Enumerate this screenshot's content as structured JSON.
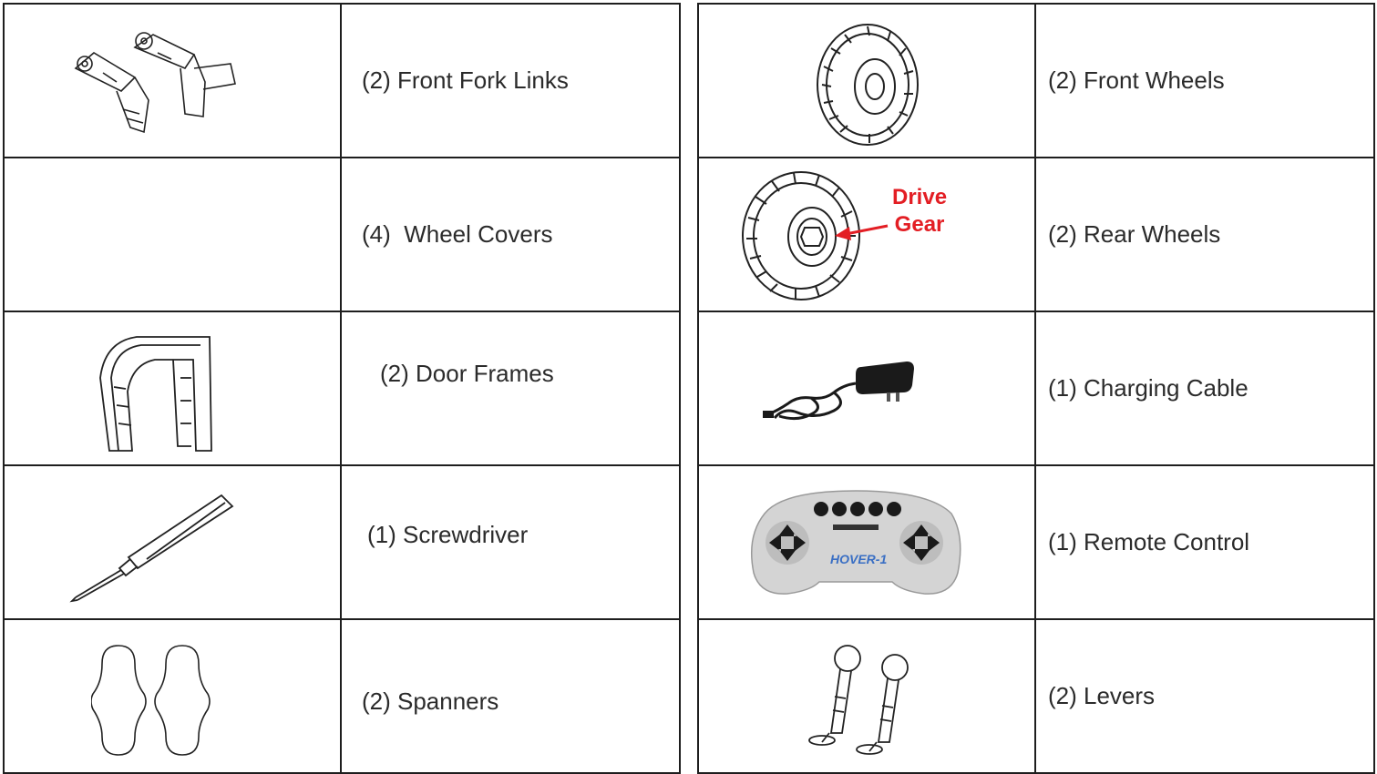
{
  "left_table": {
    "rows": [
      {
        "label": "(2) Front Fork Links",
        "icon": "front-fork-links"
      },
      {
        "label": "(4)  Wheel Covers",
        "icon": "none"
      },
      {
        "label": "(2) Door Frames",
        "icon": "door-frames"
      },
      {
        "label": "(1) Screwdriver",
        "icon": "screwdriver"
      },
      {
        "label": "(2) Spanners",
        "icon": "spanners"
      }
    ]
  },
  "right_table": {
    "rows": [
      {
        "label": "(2) Front Wheels",
        "icon": "front-wheel"
      },
      {
        "label": "(2) Rear Wheels",
        "icon": "rear-wheel"
      },
      {
        "label": "(1) Charging Cable",
        "icon": "charging-cable"
      },
      {
        "label": "(1) Remote Control",
        "icon": "remote-control"
      },
      {
        "label": "(2) Levers",
        "icon": "levers"
      }
    ]
  },
  "annotation": {
    "line1": "Drive",
    "line2": "Gear",
    "color": "#e31e24"
  },
  "remote_brand": "HOVER-1"
}
